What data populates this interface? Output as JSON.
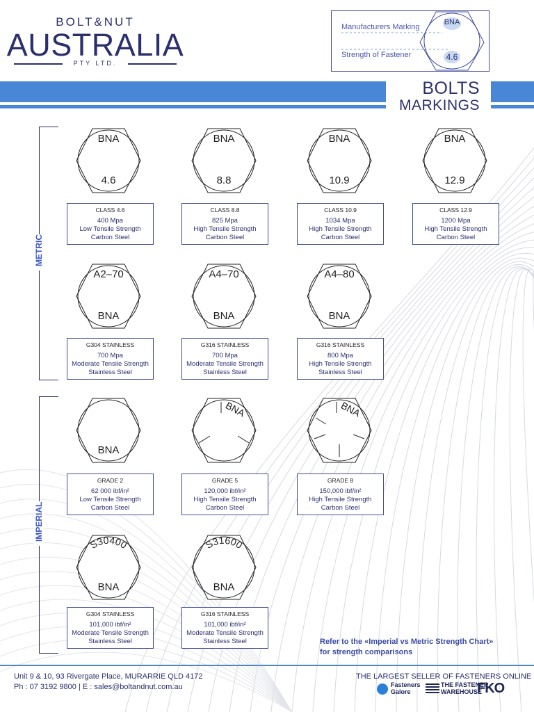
{
  "logo": {
    "top": "BOLT&NUT",
    "main": "AUSTRALIA",
    "sub": "PTY LTD."
  },
  "legend": {
    "manufacturer_label": "Manufacturers Marking",
    "strength_label": "Strength of Fastener",
    "sample_marking": "BNA",
    "sample_strength": "4.6"
  },
  "header": {
    "title": "BOLTS",
    "subtitle": "MARKINGS"
  },
  "sections": {
    "metric": "METRIC",
    "imperial": "IMPERIAL"
  },
  "bolts": [
    {
      "top": "BNA",
      "bottom": "4.6",
      "title": "CLASS 4.6",
      "lines": [
        "400 Mpa",
        "Low Tensile Strength",
        "Carbon Steel"
      ]
    },
    {
      "top": "BNA",
      "bottom": "8.8",
      "title": "CLASS 8.8",
      "lines": [
        "825 Mpa",
        "High Tensile Strength",
        "Carbon Steel"
      ]
    },
    {
      "top": "BNA",
      "bottom": "10.9",
      "title": "CLASS 10.9",
      "lines": [
        "1034 Mpa",
        "High Tensile Strength",
        "Carbon Steel"
      ]
    },
    {
      "top": "BNA",
      "bottom": "12.9",
      "title": "CLASS 12.9",
      "lines": [
        "1200 Mpa",
        "High Tensile Strength",
        "Carbon Steel"
      ]
    },
    {
      "top": "A2–70",
      "bottom": "BNA",
      "title": "G304 STAINLESS",
      "lines": [
        "700 Mpa",
        "Moderate Tensile Strength",
        "Stainless Steel"
      ]
    },
    {
      "top": "A4–70",
      "bottom": "BNA",
      "title": "G316 STAINLESS",
      "lines": [
        "700 Mpa",
        "Moderate Tensile Strength",
        "Stainless Steel"
      ]
    },
    {
      "top": "A4–80",
      "bottom": "BNA",
      "title": "G316 STAINLESS",
      "lines": [
        "800 Mpa",
        "High Tensile Strength",
        "Stainless Steel"
      ]
    },
    {
      "top": "",
      "bottom": "BNA",
      "title": "GRADE 2",
      "lines": [
        "62 000 ibf/in²",
        "Low Tensile Strength",
        "Carbon Steel"
      ]
    },
    {
      "top": "BNA",
      "bottom": "",
      "title": "GRADE 5",
      "lines": [
        "120,000 ibf/in²",
        "High Tensile Strength",
        "Carbon Steel"
      ]
    },
    {
      "top": "BNA",
      "bottom": "",
      "title": "GRADE 8",
      "lines": [
        "150,000 ibf/in²",
        "High Tensile Strength",
        "Carbon Steel"
      ]
    },
    {
      "top": "S30400",
      "bottom": "BNA",
      "title": "G304 STAINLESS",
      "lines": [
        "101,000 ibf/in²",
        "Moderate Tensile Strength",
        "Stainless Steel"
      ]
    },
    {
      "top": "S31600",
      "bottom": "BNA",
      "title": "G316 STAINLESS",
      "lines": [
        "101,000 ibf/in²",
        "Moderate Tensile Strength",
        "Stainless Steel"
      ]
    }
  ],
  "refer_note": {
    "line1": "Refer to the «Imperial vs Metric Strength Chart»",
    "line2": "for strength comparisons"
  },
  "footer": {
    "address": "Unit 9 & 10, 93 Rivergate Place, MURARRIE QLD 4172",
    "contact": "Ph : 07 3192 9800 | E : sales@boltandnut.com.au",
    "tagline": "THE LARGEST SELLER OF FASTENERS ONLINE",
    "brand1_line1": "Fasteners",
    "brand1_line2": "Galore",
    "brand2_line1": "THE FASTENER",
    "brand2_line2": "WAREHOUSE",
    "brand3": "FKO"
  },
  "colors": {
    "navy": "#2b2f6e",
    "accent_blue": "#4a86d6",
    "label_blue": "#3c58c8"
  }
}
